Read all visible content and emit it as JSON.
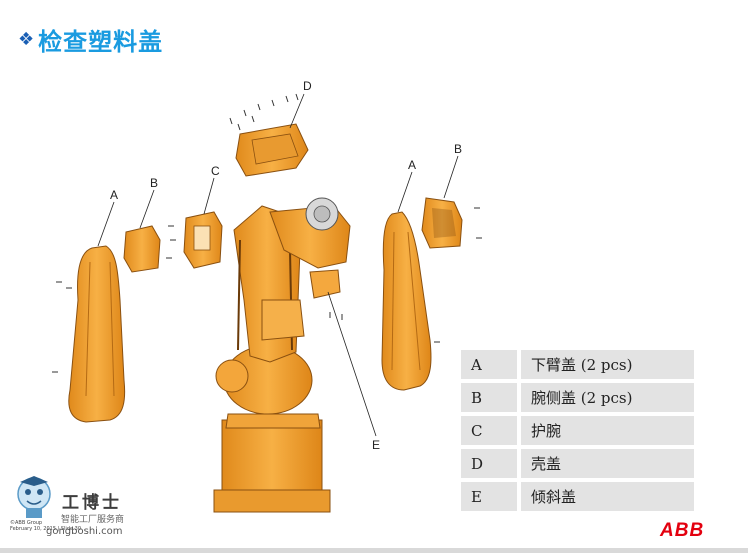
{
  "slide": {
    "title_bullet": "❖",
    "title": "检查塑料盖",
    "brand": "ABB"
  },
  "callouts": {
    "d": "D",
    "c": "C",
    "b_left": "B",
    "a_left": "A",
    "a_right": "A",
    "b_right": "B",
    "e": "E"
  },
  "parts_table": [
    {
      "code": "A",
      "desc": "下臂盖 (2 pcs)"
    },
    {
      "code": "B",
      "desc": "腕侧盖 (2 pcs)"
    },
    {
      "code": "C",
      "desc": "护腕"
    },
    {
      "code": "D",
      "desc": "壳盖"
    },
    {
      "code": "E",
      "desc": "倾斜盖"
    }
  ],
  "watermark": {
    "name": "工博士",
    "tagline": "智能工厂服务商",
    "url": "gongboshi.com",
    "abb_note_1": "©ABB Group",
    "abb_note_2": "February 10, 2015 | Slide 30"
  },
  "colors": {
    "title": "#1a9be0",
    "bullet": "#1a5fb4",
    "robot_orange": "#f5a623",
    "robot_shade": "#d9841a",
    "table_bg": "#e3e3e3",
    "brand_red": "#e3000f"
  }
}
